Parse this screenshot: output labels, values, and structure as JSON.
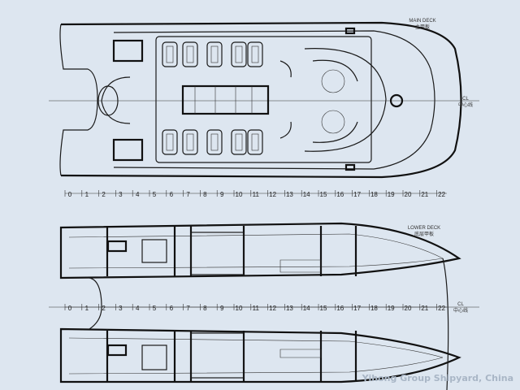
{
  "main_deck": {
    "title": "MAIN DECK",
    "title_cn": "主甲板",
    "cl_label": "CL",
    "cl_cn": "中心线"
  },
  "lower_deck": {
    "title": "LOWER DECK",
    "title_cn": "底层甲板",
    "cl_label": "CL",
    "cl_cn": "中心线"
  },
  "frame_scale": [
    "0",
    "1",
    "2",
    "3",
    "4",
    "5",
    "6",
    "7",
    "8",
    "9",
    "10",
    "11",
    "12",
    "13",
    "14",
    "15",
    "16",
    "17",
    "18",
    "19",
    "20",
    "21",
    "22"
  ],
  "watermark": "Yihong Group Shipyard, China"
}
